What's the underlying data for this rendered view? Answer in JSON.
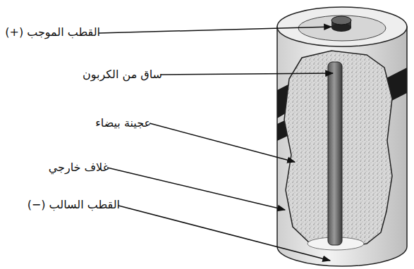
{
  "diagram": {
    "labels": [
      "القطب الموجب (+)",
      "ساق من الكربون",
      "عجينة بيضاء",
      "غلاف خارجي",
      "القطب السالب (−)"
    ]
  }
}
